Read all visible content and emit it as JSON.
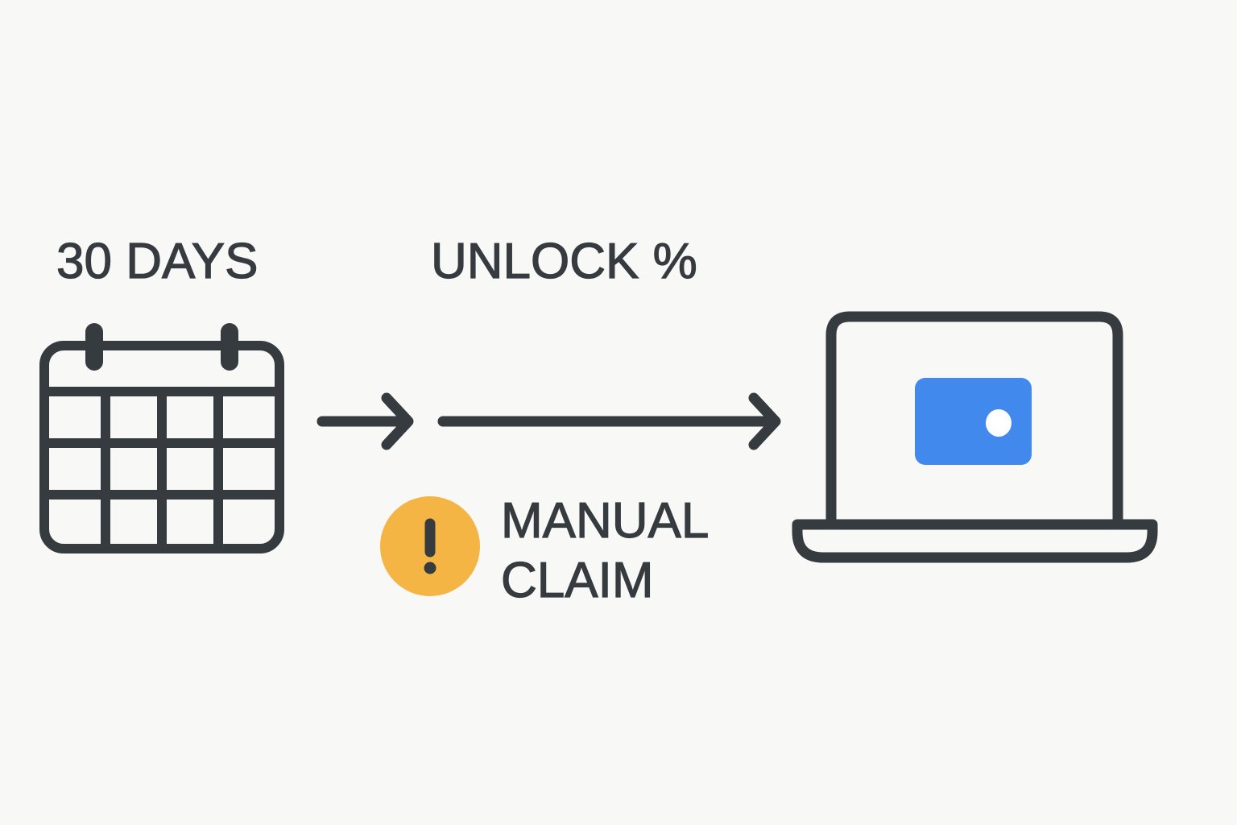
{
  "diagram": {
    "steps": [
      {
        "id": "duration",
        "label": "30 DAYS",
        "icon": "calendar-icon"
      },
      {
        "id": "unlock",
        "label": "UNLOCK %",
        "icon": "arrow-right-icon"
      },
      {
        "id": "destination",
        "label": "",
        "icon": "laptop-wallet-icon"
      }
    ],
    "note": {
      "label_line1": "MANUAL",
      "label_line2": "CLAIM",
      "icon": "warning-icon"
    }
  },
  "colors": {
    "ink": "#363b40",
    "background": "#f8f8f6",
    "warning": "#f5b544",
    "wallet": "#4189ec"
  }
}
